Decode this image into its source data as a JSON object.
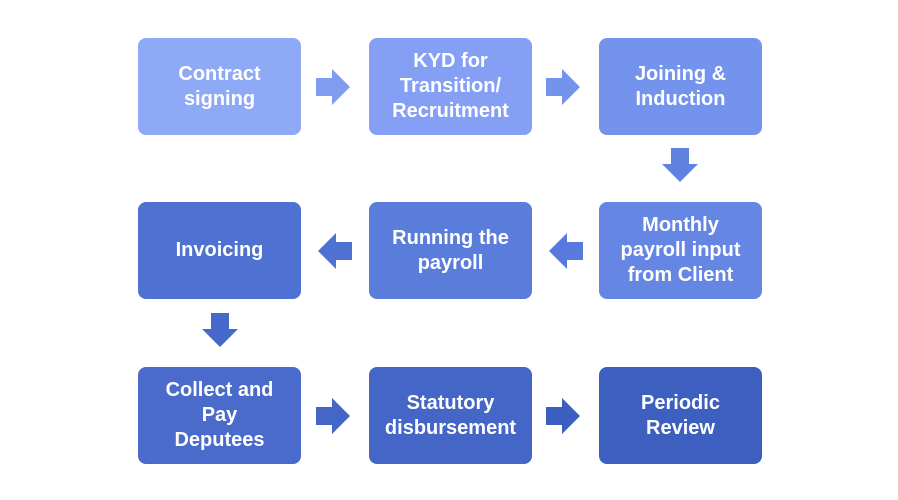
{
  "steps": [
    {
      "label": "Contract\nsigning",
      "color": "#8eaaf7"
    },
    {
      "label": "KYD for\nTransition/\nRecruitment",
      "color": "#849ff4"
    },
    {
      "label": "Joining &\nInduction",
      "color": "#7393ec"
    },
    {
      "label": "Monthly\npayroll input\nfrom Client",
      "color": "#6586e3"
    },
    {
      "label": "Running the\npayroll",
      "color": "#5a7cda"
    },
    {
      "label": "Invoicing",
      "color": "#4f71d1"
    },
    {
      "label": "Collect and Pay\nDeputees",
      "color": "#4a6bcb"
    },
    {
      "label": "Statutory\ndisbursement",
      "color": "#4466c6"
    },
    {
      "label": "Periodic\nReview",
      "color": "#3c5fc0"
    }
  ],
  "arrows": [
    {
      "direction": "right",
      "color": "#7f9cf1"
    },
    {
      "direction": "right",
      "color": "#7393ec"
    },
    {
      "direction": "down",
      "color": "#5f81df"
    },
    {
      "direction": "left",
      "color": "#5979dd"
    },
    {
      "direction": "left",
      "color": "#4f71d1"
    },
    {
      "direction": "down",
      "color": "#4568ca"
    },
    {
      "direction": "right",
      "color": "#4466c6"
    },
    {
      "direction": "right",
      "color": "#3b5ec0"
    }
  ]
}
